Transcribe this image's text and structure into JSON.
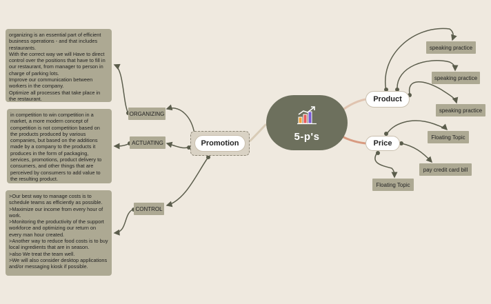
{
  "central": {
    "title": "5-p's",
    "icon": "bar-chart-trend-icon"
  },
  "main_topics": {
    "promotion": "Promotion",
    "product": "Product",
    "price": "Price"
  },
  "promotion_subtopics": {
    "organizing": "ORGANIZING",
    "actuating": "ACTUATING",
    "control": "CONTROL"
  },
  "product_subtopics": [
    "speaking practice",
    "speaking practice",
    "speaking practice"
  ],
  "price_subtopics": [
    "Floating Topic",
    "pay credit card bill",
    "Floating Topic"
  ],
  "notes": {
    "organizing": "organizing is an essential part of efficient business operations - and that includes restaurants.\nWith the correct way we will Have to direct control over the positions that have to fill in our restaurant, from manager to person in charge of parking lots.\nImprove our communication between workers in the company.\nOptimize all processes that take place in the restaurant.",
    "actuating": " in competition to win competition in a market, a more modern concept of competition is not competition based on the products produced by various companies, but based on the additions made by a company to the products it produces in the form of packaging, services, promotions, product delivery to consumers, and other things that are perceived by consumers to add value to the resulting product.",
    "control": ">Our best way to manage costs is to schedule teams as efficiently as possible.\n>Maximize our income from every hour of work.\n>Monitoring the productivity of the support workforce and optimizing our return on every man hour created.\n>Another way to reduce food costs is to buy local ingredients that are in season.\n>also  We treat the team well.\n>We will also consider desktop applications and/or messaging kiosk if possible."
  },
  "colors": {
    "background": "#efe9df",
    "central": "#6d705d",
    "subtopic": "#ada993",
    "connector_dark": "#5b5d4c",
    "connector_light": "#e0b8a0"
  }
}
